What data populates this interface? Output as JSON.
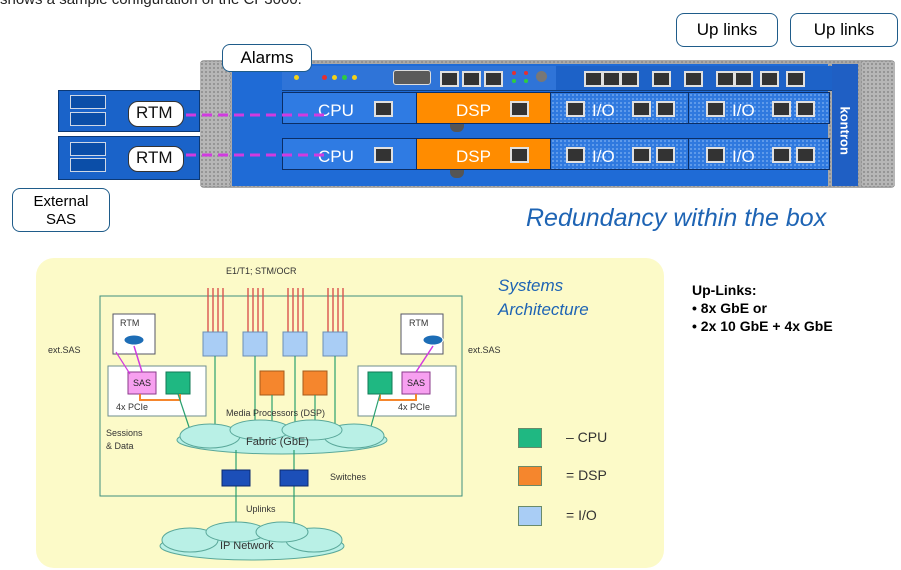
{
  "header_fragment": "shows a sample configuration of the CP3000.",
  "callouts": {
    "alarms": "Alarms",
    "uplinks_1": "Up links",
    "uplinks_2": "Up links",
    "external_sas": [
      "External",
      "SAS"
    ]
  },
  "chassis": {
    "rtm_label": "RTM",
    "cpu_label": "CPU",
    "dsp_label": "DSP",
    "io_label": "I/O",
    "brand": "kontron"
  },
  "redundancy_caption": "Redundancy within the box",
  "architecture": {
    "title_line1": "Systems",
    "title_line2": "Architecture",
    "e1_label": "E1/T1; STM/OCR",
    "rtm": "RTM",
    "sas": "SAS",
    "pcie": "4x PCIe",
    "ext_sas": "ext.SAS",
    "media_processors": "Media Processors (DSP)",
    "sessions_data": [
      "Sessions",
      "& Data"
    ],
    "fabric": "Fabric (GbE)",
    "switches": "Switches",
    "uplinks": "Uplinks",
    "ip_network": "IP Network",
    "legend": [
      {
        "label": "– CPU",
        "color": "#1fb882"
      },
      {
        "label": "= DSP",
        "color": "#f5862d"
      },
      {
        "label": "= I/O",
        "color": "#a9cdf5"
      }
    ]
  },
  "uplinks_info": {
    "title": "Up-Links:",
    "items": [
      "• 8x GbE or",
      "• 2x 10 GbE + 4x GbE"
    ]
  },
  "colors": {
    "chassis_blue": "#1f6bd6",
    "dsp_orange": "#ff8c00",
    "caption_blue": "#1e64b4",
    "diagram_bg": "#fcfac8",
    "magenta_link": "#d13be0"
  }
}
